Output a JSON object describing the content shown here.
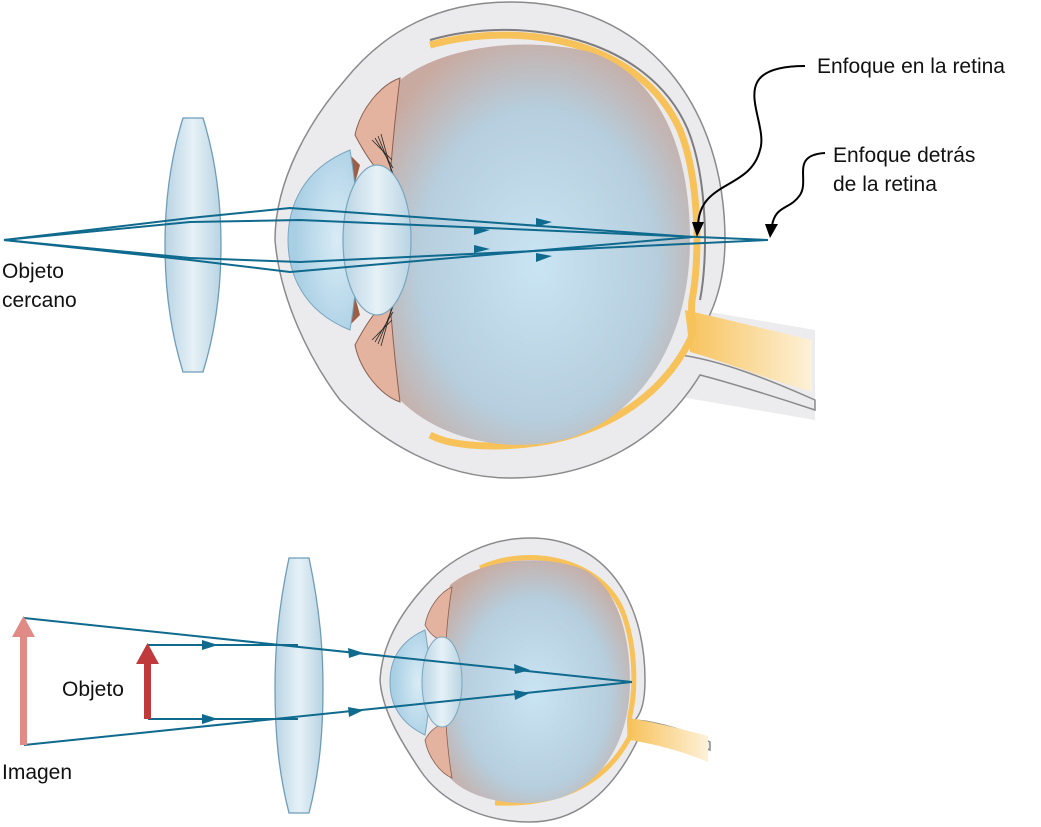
{
  "labels": {
    "focus_on_retina": "Enfoque en la retina",
    "focus_behind_retina_line1": "Enfoque detrás",
    "focus_behind_retina_line2": "de la retina",
    "near_object_line1": "Objeto",
    "near_object_line2": "cercano",
    "object": "Objeto",
    "image": "Imagen"
  },
  "colors": {
    "ray": "#0f6a8e",
    "retina": "#f7c25a",
    "sclera": "#e8e8ea",
    "outline": "#8a8a8a",
    "lens": "#cfe3ee",
    "object_arrow": "#c0393b",
    "image_arrow": "#e08b86"
  }
}
